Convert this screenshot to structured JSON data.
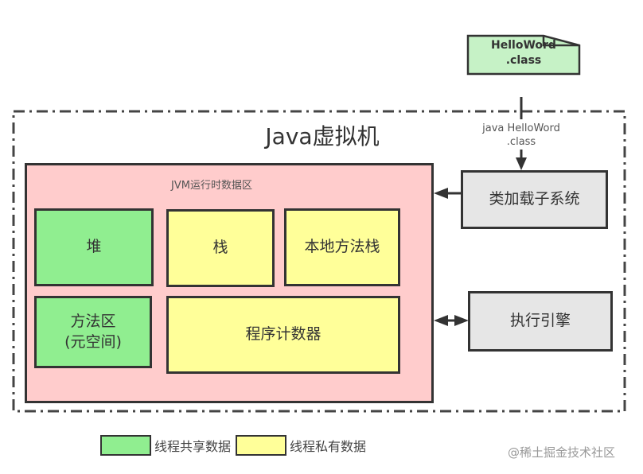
{
  "class_file": {
    "line1": "HelloWord",
    "line2": ".class"
  },
  "command": {
    "line1": "java HelloWord",
    "line2": ".class"
  },
  "jvm": {
    "title": "Java虚拟机",
    "runtime_area": {
      "title": "JVM运行时数据区",
      "heap": "堆",
      "method_area": {
        "line1": "方法区",
        "line2": "(元空间)"
      },
      "stack": "栈",
      "native_stack": "本地方法栈",
      "pc_register": "程序计数器"
    },
    "class_loader": "类加载子系统",
    "execution_engine": "执行引擎"
  },
  "legend": [
    {
      "label": "线程共享数据",
      "color": "#90ee90"
    },
    {
      "label": "线程私有数据",
      "color": "#ffff99"
    }
  ],
  "watermark": "@稀土掘金技术社区"
}
